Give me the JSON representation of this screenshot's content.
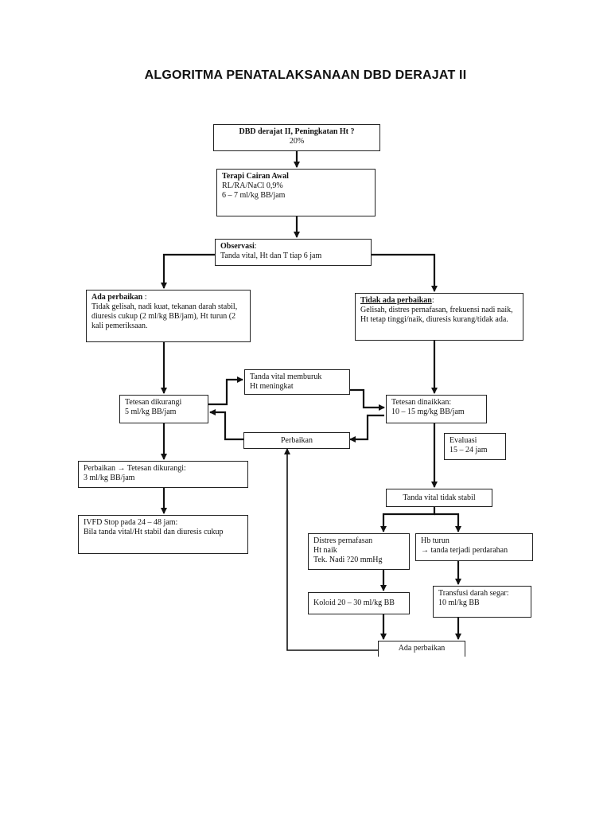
{
  "title": "ALGORITMA PENATALAKSANAAN DBD DERAJAT II",
  "nodes": {
    "start": {
      "line1": "DBD derajat II, Peningkatan Ht ?",
      "line2": "20%"
    },
    "terapi": {
      "heading": "Terapi Cairan Awal",
      "line1": "RL/RA/NaCl 0,9%",
      "line2": "6 – 7 ml/kg BB/jam"
    },
    "observasi": {
      "heading": "Observasi",
      "text": "Tanda vital, Ht dan T tiap 6 jam"
    },
    "ada_perbaikan": {
      "heading": "Ada perbaikan",
      "text": "Tidak gelisah, nadi kuat, tekanan darah stabil, diuresis cukup (2 ml/kg BB/jam), Ht turun (2 kali pemeriksaan."
    },
    "tidak_ada_perbaikan": {
      "heading": "Tidak ada perbaikan",
      "text": "Gelisah, distres pernafasan, frekuensi nadi naik, Ht tetap tinggi/naik, diuresis kurang/tidak ada."
    },
    "tanda_vital_memburuk": {
      "line1": "Tanda vital memburuk",
      "line2": "Ht meningkat"
    },
    "tetesan_dikurangi": {
      "line1": "Tetesan dikurangi",
      "line2": "5 ml/kg BB/jam"
    },
    "tetesan_dinaikkan": {
      "line1": "Tetesan dinaikkan:",
      "line2": "10 – 15 mg/kg BB/jam"
    },
    "perbaikan_mid": {
      "text": "Perbaikan"
    },
    "evaluasi": {
      "line1": "Evaluasi",
      "line2": "15 – 24 jam"
    },
    "perbaikan_tetesan": {
      "line1": "Perbaikan → Tetesan dikurangi:",
      "line2": "3 ml/kg BB/jam"
    },
    "ivfd_stop": {
      "line1": "IVFD Stop pada 24 – 48 jam:",
      "line2": "Bila tanda vital/Ht stabil dan diuresis cukup"
    },
    "tanda_vital_tidak_stabil": {
      "text": "Tanda vital tidak stabil"
    },
    "distres": {
      "line1": "Distres pernafasan",
      "line2": "Ht naik",
      "line3": "Tek. Nadi ?20 mmHg"
    },
    "hb_turun": {
      "line1": "Hb turun",
      "line2": "→ tanda terjadi perdarahan"
    },
    "koloid": {
      "text": "Koloid 20 – 30 ml/kg BB"
    },
    "transfusi": {
      "line1": "Transfusi darah segar:",
      "line2": "10 ml/kg BB"
    },
    "ada_perbaikan_bottom": {
      "text": "Ada perbaikan"
    }
  },
  "colors": {
    "line": "#111111",
    "border": "#222222",
    "background": "#ffffff"
  }
}
